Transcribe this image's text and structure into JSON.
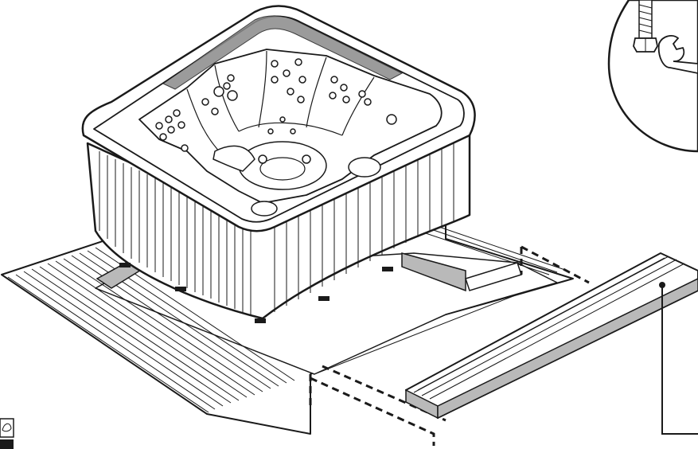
{
  "figure": {
    "subject": "hot-tub",
    "components": [
      "spa-shell",
      "floor-frame",
      "deck-board",
      "bolt-and-wrench-detail",
      "bleed-icon"
    ]
  },
  "colors": {
    "line": "#1a1a1a",
    "board_edge_gray": "#b9b9b9",
    "board_face": "#ffffff",
    "background": "#ffffff"
  }
}
